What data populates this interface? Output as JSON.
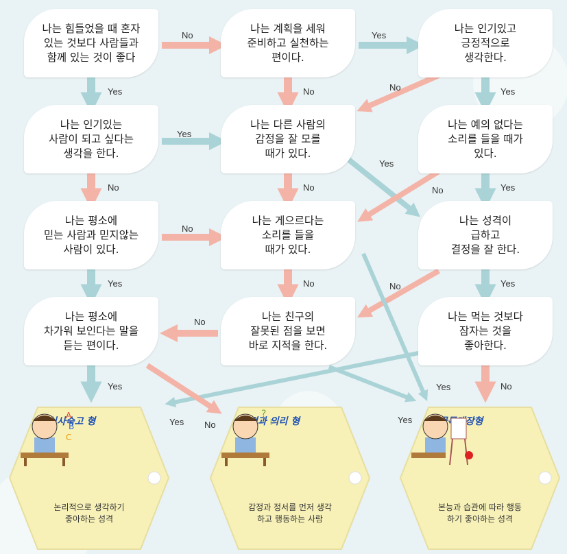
{
  "nodes": {
    "q1": "나는 힘들었을 때 혼자\n있는 것보다 사람들과\n함께 있는 것이 좋다",
    "q2": "나는 계획을 세워\n준비하고 실천하는\n편이다.",
    "q3": "나는 인기있고\n긍정적으로\n생각한다.",
    "q4": "나는 인기있는\n사람이 되고 싶다는\n생각을 한다.",
    "q5": "나는 다른 사람의\n감정을 잘 모를\n때가 있다.",
    "q6": "나는 예의 없다는\n소리를 들을 때가\n있다.",
    "q7": "나는 평소에\n믿는 사람과 믿지않는\n사람이 있다.",
    "q8": "나는 게으르다는\n소리를 들을\n때가 있다.",
    "q9": "나는 성격이\n급하고\n결정을 잘 한다.",
    "q10": "나는 평소에\n차가워 보인다는 말을\n듣는 편이다.",
    "q11": "나는 친구의\n잘못된 점을 보면\n바로 지적을 한다.",
    "q12": "나는 먹는 것보다\n잠자는 것을\n좋아한다."
  },
  "edge_labels": {
    "q1_q2": "No",
    "q2_q3": "Yes",
    "q1_q4": "Yes",
    "q2_q5": "No",
    "q3_q5": "No",
    "q3_q6": "Yes",
    "q4_q5": "Yes",
    "q5_q9": "Yes",
    "q4_q7": "No",
    "q5_q8": "No",
    "q6_q8": "No",
    "q6_q9": "Yes",
    "q7_q8": "No",
    "q7_q10": "Yes",
    "q8_q11": "No",
    "q9_q11": "No",
    "q9_q12": "Yes",
    "q11_q10": "No",
    "q10_r1": "Yes",
    "q10_r2": "No",
    "q12_r1": "Yes",
    "q12_r3": "Yes",
    "q12_no": "No",
    "q11_r3": "Yes"
  },
  "results": [
    {
      "title": "심사숙고 형",
      "desc": "논리적으로 생각하기\n좋아하는 성격"
    },
    {
      "title": "정과 의리 형",
      "desc": "감정과 정서를 먼저 생각\n하고 행동하는 사람"
    },
    {
      "title": "골목대장형",
      "desc": "본능과 습관에 따라 행동\n하기 좋아하는 성격"
    }
  ],
  "colors": {
    "yes_arrow": "#a9d3d6",
    "no_arrow": "#f4b3a7",
    "tag_fill": "#f7f1b8",
    "title": "#1e50b4"
  }
}
